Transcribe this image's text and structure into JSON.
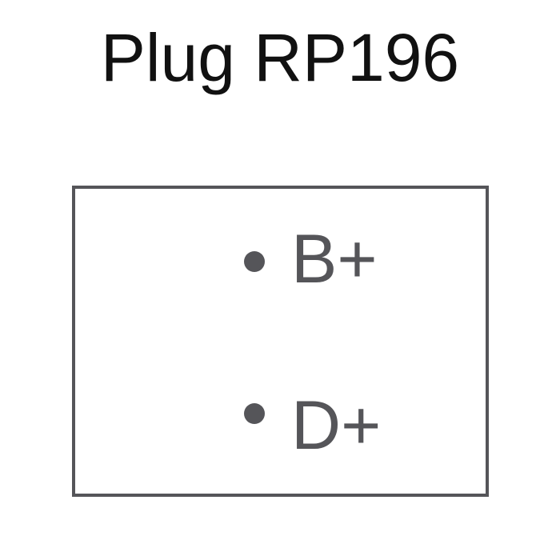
{
  "title": "Plug RP196",
  "pins": [
    {
      "label": "B+"
    },
    {
      "label": "D+"
    }
  ],
  "colors": {
    "stroke": "#555559",
    "title": "#111111"
  }
}
